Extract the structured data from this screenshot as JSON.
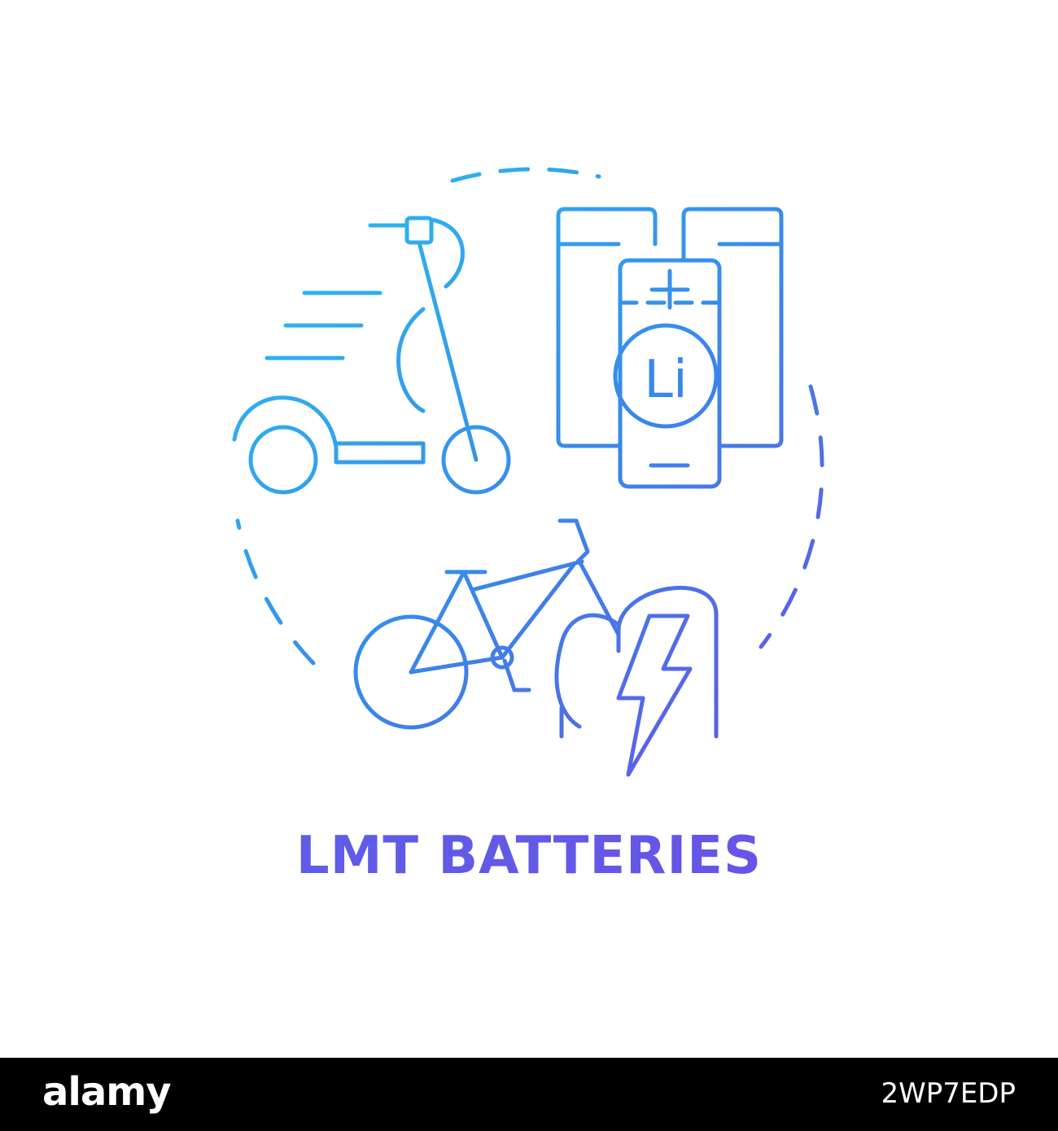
{
  "icon": {
    "caption": "LMT BATTERIES",
    "battery_symbol": "Li",
    "gradient_start": "#29b6f0",
    "gradient_end": "#6a4fe6",
    "parts": [
      "scooter-icon",
      "battery-pack-icon",
      "bicycle-icon",
      "lightning-bolt-icon"
    ]
  },
  "footer": {
    "brand": "alamy",
    "image_id": "2WP7EDP"
  }
}
